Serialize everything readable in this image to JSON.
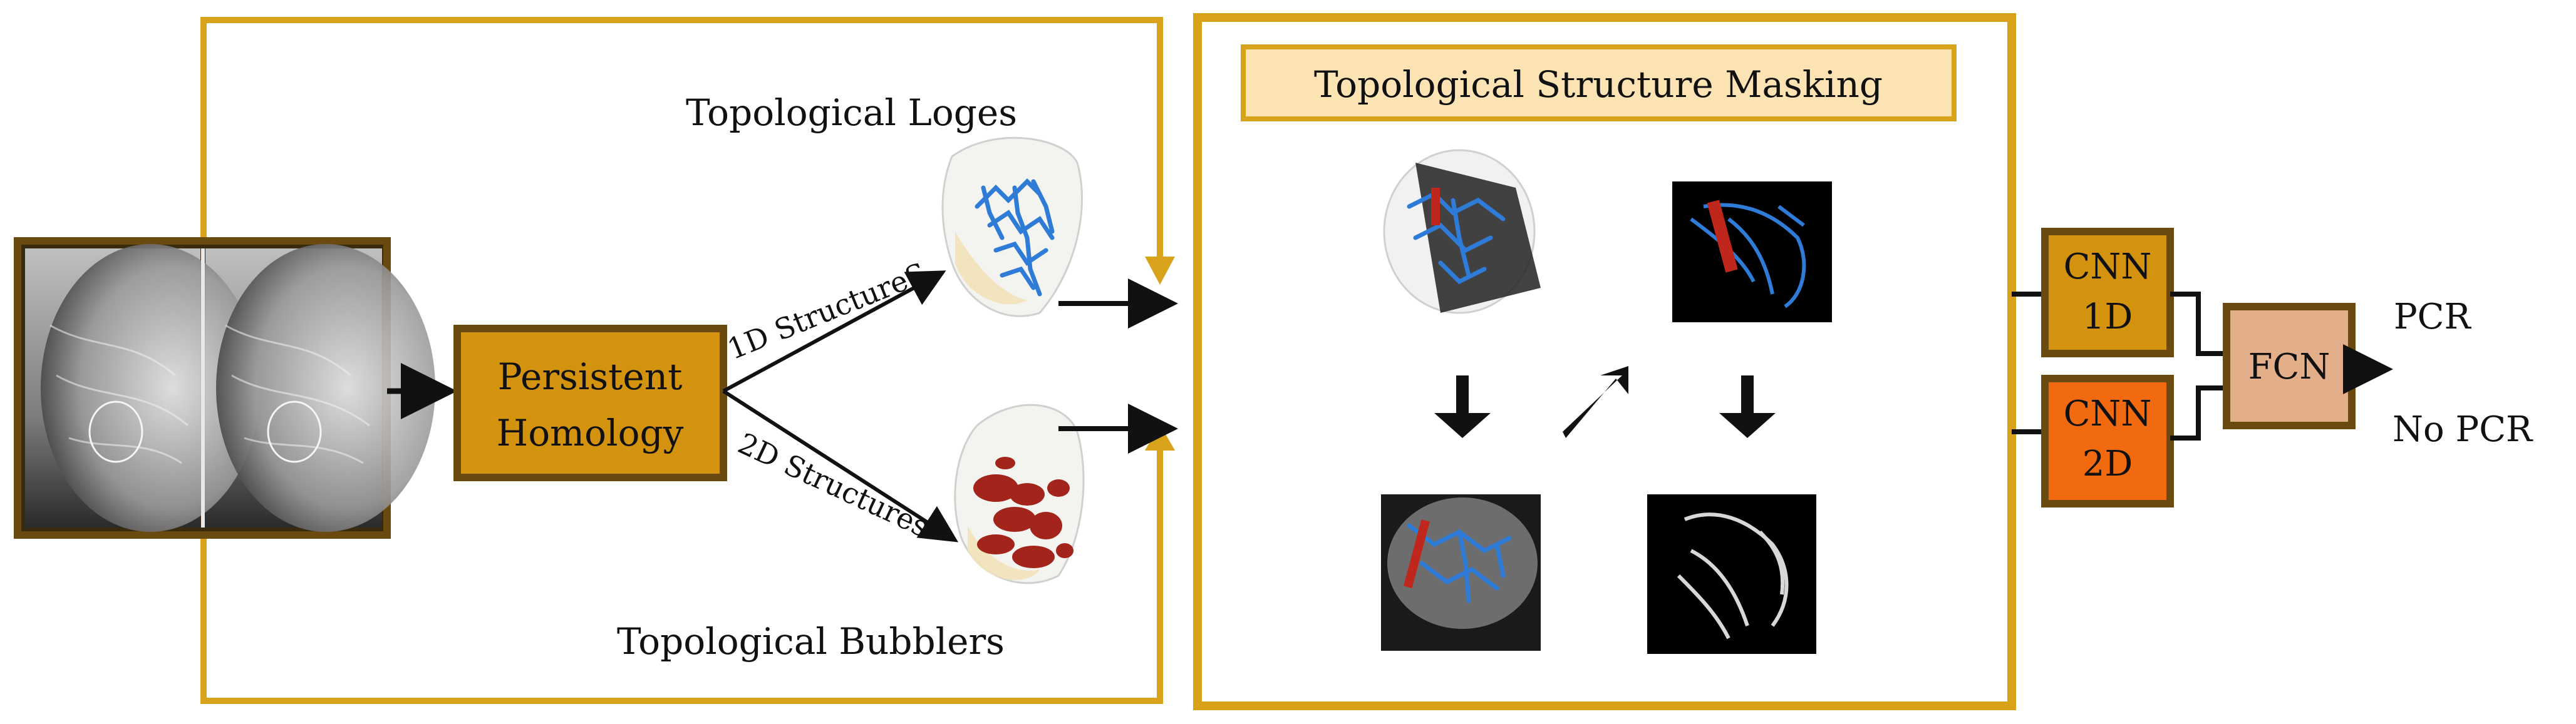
{
  "labels": {
    "loges": "Topological Loges",
    "bubblers": "Topological Bubblers",
    "structure_1d": "1D StructureS",
    "structure_2d": "2D Structures",
    "persistent_line1": "Persistent",
    "persistent_line2": "Homology",
    "masking_title": "Topological Structure Masking",
    "cnn1d_line1": "CNN",
    "cnn1d_line2": "1D",
    "cnn2d_line1": "CNN",
    "cnn2d_line2": "2D",
    "fcn": "FCN",
    "pcr": "PCR",
    "no_pcr": "No PCR"
  },
  "colors": {
    "frame_gold": "#D9A21B",
    "box_gold": "#D4930F",
    "box_border_brown": "#6B4A10",
    "cnn2d_orange": "#F26A0F",
    "fcn_peach": "#E3AE8A",
    "masking_title_fill": "#FBE3B4",
    "loges_blue": "#2F7BD8",
    "bubblers_red": "#A3241A"
  }
}
